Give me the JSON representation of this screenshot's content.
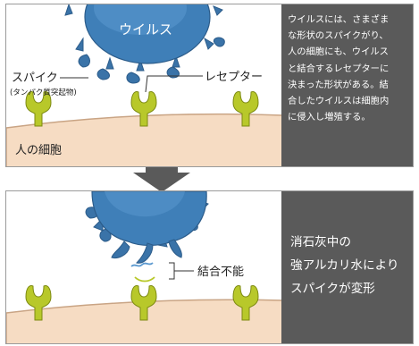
{
  "top_panel": {
    "virus_label": "ウイルス",
    "spike_label": "スパイク",
    "spike_sublabel": "(タンパク質突起物)",
    "receptor_label": "レセプター",
    "cell_label": "人の細胞",
    "description_lines": [
      "ウイルスには、さまざま",
      "な形状のスパイクがり、",
      "人の細胞にも、ウイルス",
      "と結合するレセプターに",
      "決まった形状がある。結",
      "合したウイルスは細胞内",
      "に侵入し増殖する。"
    ]
  },
  "bottom_panel": {
    "binding_label": "結合不能",
    "description_lines": [
      "消石灰中の",
      "強アルカリ水により",
      "スパイクが変形"
    ]
  },
  "colors": {
    "virus": "#3f7fb8",
    "receptor": "#b8c82a",
    "cell": "#f6dcc3",
    "text_box": "#5a5a5a",
    "arrow": "#5a5a5a"
  }
}
